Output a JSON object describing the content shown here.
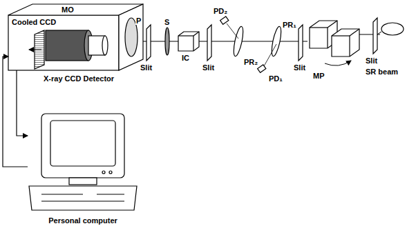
{
  "diagram": {
    "nodes": [
      {
        "text": [
          "X-ray CCD Detector"
        ]
      },
      {
        "text": [
          "Personal computer"
        ]
      }
    ],
    "edges": [
      {
        "from": 0,
        "to": 1,
        "arrow": "to"
      },
      {
        "from": 1,
        "to": 0,
        "arrow": "to"
      }
    ],
    "labels": [
      "Cooled CCD",
      "MO",
      "P",
      "Slit",
      "S",
      "IC",
      "Slit",
      "PD₂",
      "PR₂",
      "PR₁",
      "PD₁",
      "Slit",
      "MP",
      "Slit",
      "SR beam"
    ]
  }
}
